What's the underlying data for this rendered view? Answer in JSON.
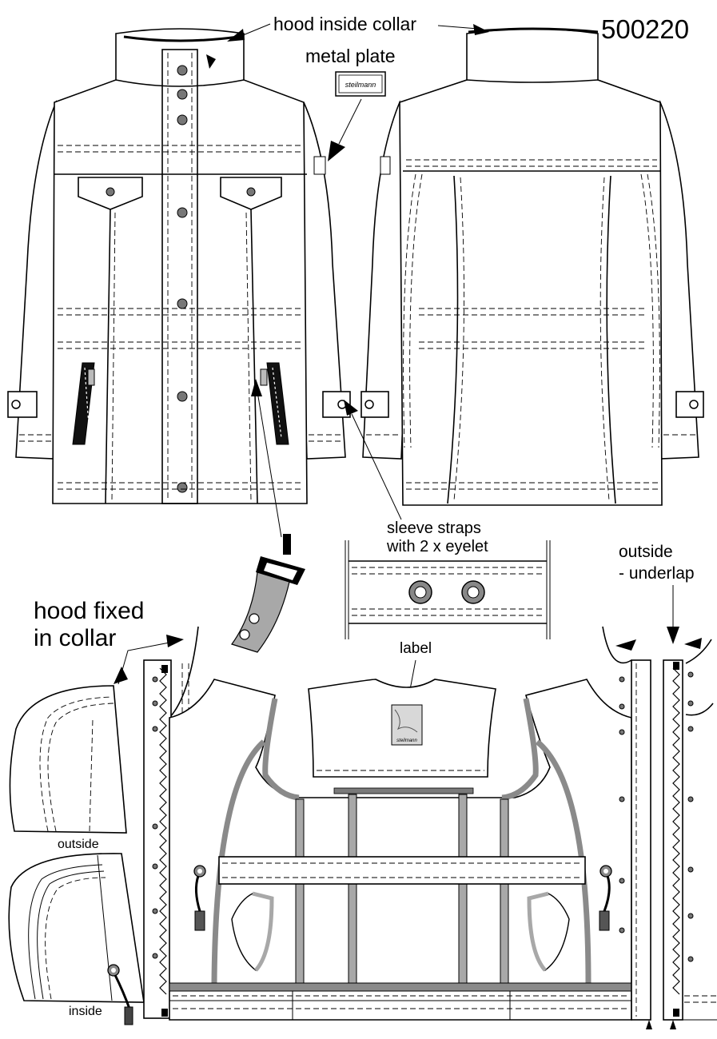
{
  "sheet": {
    "style_number": "500220"
  },
  "callouts": {
    "hood_inside_collar": "hood inside collar",
    "metal_plate": "metal plate",
    "sleeve_straps_line1": "sleeve straps",
    "sleeve_straps_line2": "with 2 x eyelet",
    "outside_underlap_line1": "outside",
    "outside_underlap_line2": "- underlap",
    "hood_fixed_line1": "hood fixed",
    "hood_fixed_line2": "in collar",
    "label": "label",
    "outside": "outside",
    "inside": "inside"
  },
  "branding": {
    "plate_text": "steilmann",
    "label_text": "steilmann"
  },
  "colors": {
    "line": "#000000",
    "button": "#777777",
    "binding_grey": "#a8a8a8",
    "background": "#ffffff"
  }
}
